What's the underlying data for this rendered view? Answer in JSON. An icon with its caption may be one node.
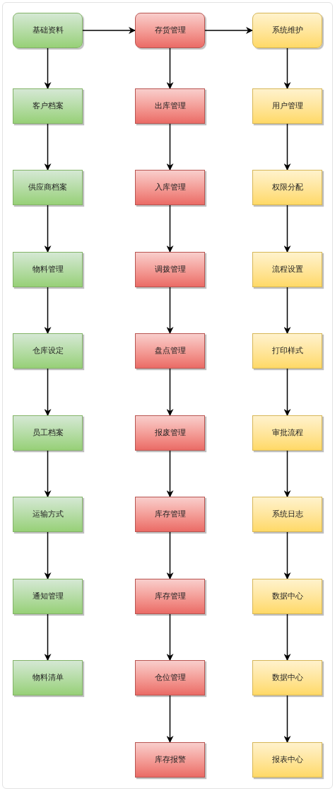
{
  "diagram": {
    "nodes": [
      {
        "text": [
          "基础资料"
        ]
      },
      {
        "text": [
          "客户档案"
        ]
      },
      {
        "text": [
          "供应商档案"
        ]
      },
      {
        "text": [
          "物料管理"
        ]
      },
      {
        "text": [
          "仓库设定"
        ]
      },
      {
        "text": [
          "员工档案"
        ]
      },
      {
        "text": [
          "运输方式"
        ]
      },
      {
        "text": [
          "通知管理"
        ]
      },
      {
        "text": [
          "物料清单"
        ]
      },
      {
        "text": [
          "存货管理"
        ]
      },
      {
        "text": [
          "出库管理"
        ]
      },
      {
        "text": [
          "入库管理"
        ]
      },
      {
        "text": [
          "调拨管理"
        ]
      },
      {
        "text": [
          "盘点管理"
        ]
      },
      {
        "text": [
          "报废管理"
        ]
      },
      {
        "text": [
          "库存管理"
        ]
      },
      {
        "text": [
          "库存管理"
        ]
      },
      {
        "text": [
          "仓位管理"
        ]
      },
      {
        "text": [
          "库存报警"
        ]
      },
      {
        "text": [
          "系统维护"
        ]
      },
      {
        "text": [
          "用户管理"
        ]
      },
      {
        "text": [
          "权限分配"
        ]
      },
      {
        "text": [
          "流程设置"
        ]
      },
      {
        "text": [
          "打印样式"
        ]
      },
      {
        "text": [
          "审批流程"
        ]
      },
      {
        "text": [
          "系统日志"
        ]
      },
      {
        "text": [
          "数据中心"
        ]
      },
      {
        "text": [
          "数据中心"
        ]
      },
      {
        "text": [
          "报表中心"
        ]
      }
    ],
    "edges": [
      {
        "from": 0,
        "to": 9,
        "arrow": "to"
      },
      {
        "from": 9,
        "to": 19,
        "arrow": "to"
      },
      {
        "from": 0,
        "to": 1,
        "arrow": "to"
      },
      {
        "from": 1,
        "to": 2,
        "arrow": "to"
      },
      {
        "from": 2,
        "to": 3,
        "arrow": "to"
      },
      {
        "from": 3,
        "to": 4,
        "arrow": "to"
      },
      {
        "from": 4,
        "to": 5,
        "arrow": "to"
      },
      {
        "from": 5,
        "to": 6,
        "arrow": "to"
      },
      {
        "from": 6,
        "to": 7,
        "arrow": "to"
      },
      {
        "from": 7,
        "to": 8,
        "arrow": "to"
      },
      {
        "from": 9,
        "to": 10,
        "arrow": "to"
      },
      {
        "from": 10,
        "to": 11,
        "arrow": "to"
      },
      {
        "from": 11,
        "to": 12,
        "arrow": "to"
      },
      {
        "from": 12,
        "to": 13,
        "arrow": "to"
      },
      {
        "from": 13,
        "to": 14,
        "arrow": "to"
      },
      {
        "from": 14,
        "to": 15,
        "arrow": "to"
      },
      {
        "from": 15,
        "to": 16,
        "arrow": "to"
      },
      {
        "from": 16,
        "to": 17,
        "arrow": "to"
      },
      {
        "from": 17,
        "to": 18,
        "arrow": "to"
      },
      {
        "from": 19,
        "to": 20,
        "arrow": "to"
      },
      {
        "from": 20,
        "to": 21,
        "arrow": "to"
      },
      {
        "from": 21,
        "to": 22,
        "arrow": "to"
      },
      {
        "from": 22,
        "to": 23,
        "arrow": "to"
      },
      {
        "from": 23,
        "to": 24,
        "arrow": "to"
      },
      {
        "from": 24,
        "to": 25,
        "arrow": "to"
      },
      {
        "from": 25,
        "to": 26,
        "arrow": "to"
      },
      {
        "from": 26,
        "to": 27,
        "arrow": "to"
      },
      {
        "from": 27,
        "to": 28,
        "arrow": "to"
      }
    ]
  }
}
